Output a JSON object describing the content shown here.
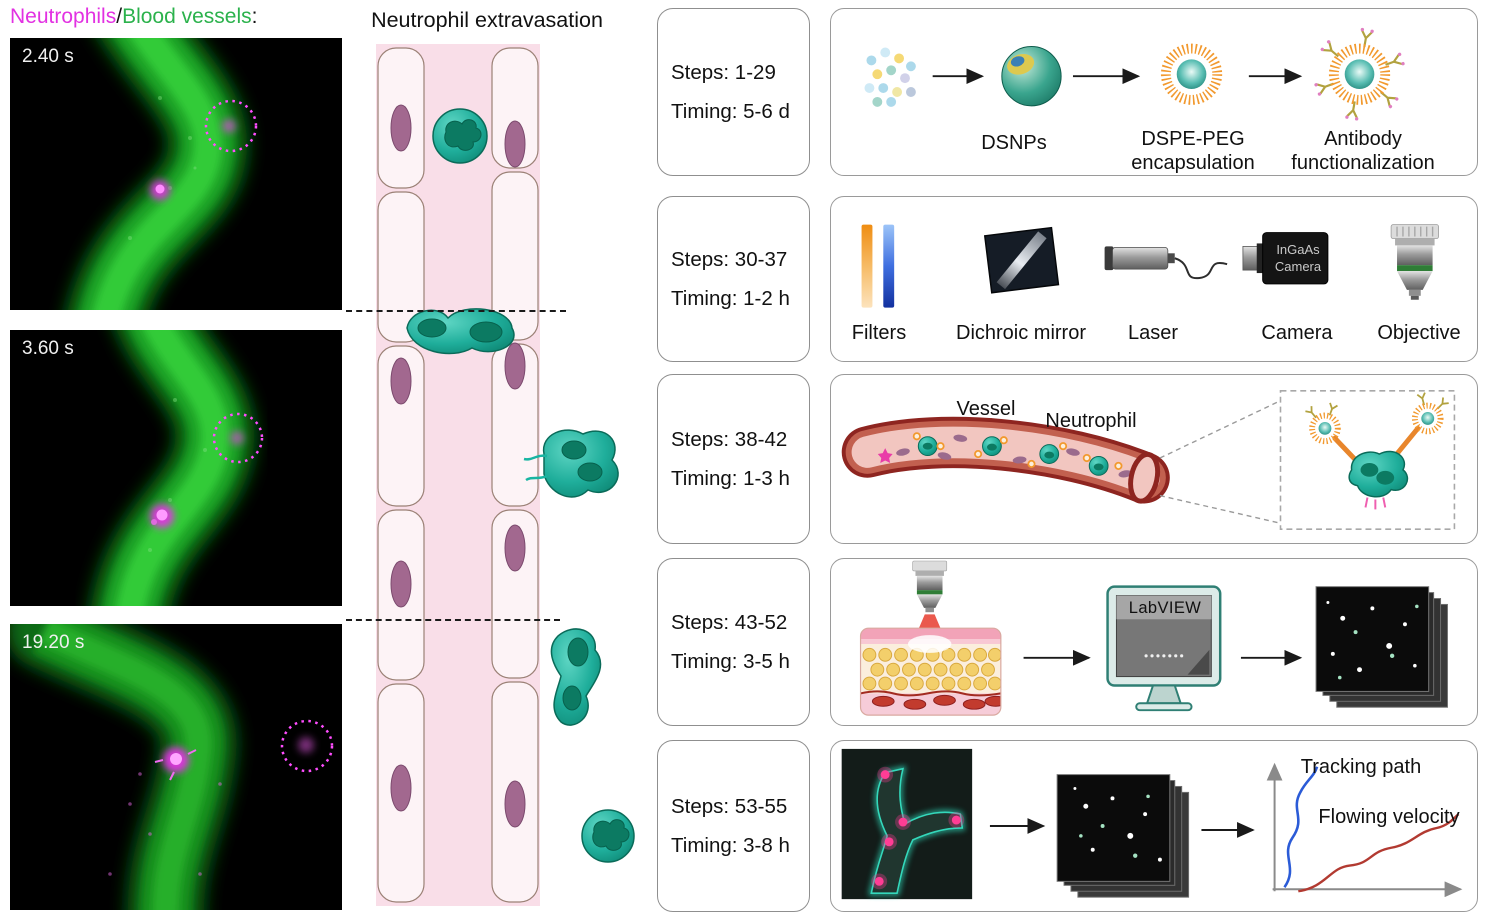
{
  "colors": {
    "magenta": "#e231e2",
    "green": "#2bb24c",
    "teal": "#18b5a2",
    "orange": "#f2992e",
    "vessel-pink": "#f9dee8",
    "dark-red": "#9e2b21",
    "track-blue": "#2b5bd7",
    "velocity-red": "#b23a31"
  },
  "legend": {
    "neutrophils": "Neutrophils",
    "slash": "/",
    "vessels": "Blood vessels",
    "colon": ":"
  },
  "extravasation_title": "Neutrophil extravasation",
  "micrographs": [
    {
      "timestamp": "2.40 s"
    },
    {
      "timestamp": "3.60 s"
    },
    {
      "timestamp": "19.20 s"
    }
  ],
  "rows": [
    {
      "steps": "Steps: 1-29",
      "timing": "Timing: 5-6 d",
      "labels": {
        "dsnps": "DSNPs",
        "dspe": "DSPE-PEG\nencapsulation",
        "antibody": "Antibody\nfunctionalization"
      }
    },
    {
      "steps": "Steps: 30-37",
      "timing": "Timing: 1-2 h",
      "labels": {
        "filters": "Filters",
        "dichroic": "Dichroic mirror",
        "laser": "Laser",
        "camera": "Camera",
        "objective": "Objective",
        "camera_text": "InGaAs\nCamera"
      }
    },
    {
      "steps": "Steps: 38-42",
      "timing": "Timing: 1-3 h",
      "labels": {
        "vessel": "Vessel",
        "neutrophil": "Neutrophil"
      }
    },
    {
      "steps": "Steps: 43-52",
      "timing": "Timing: 3-5 h",
      "labels": {
        "labview": "LabVIEW"
      }
    },
    {
      "steps": "Steps: 53-55",
      "timing": "Timing: 3-8 h",
      "labels": {
        "tracking": "Tracking path",
        "velocity": "Flowing velocity"
      }
    }
  ]
}
